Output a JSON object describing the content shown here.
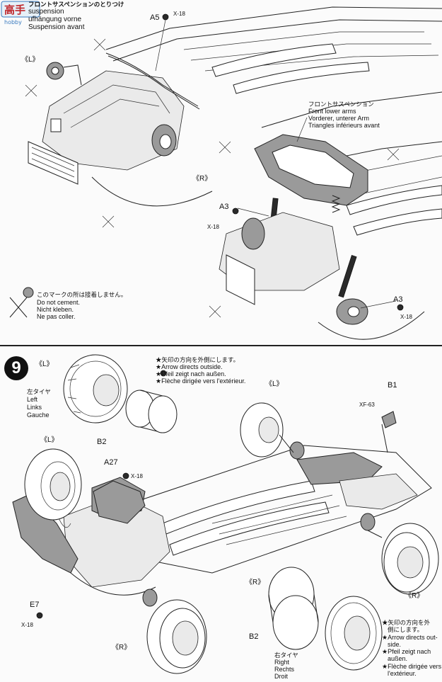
{
  "watermark": {
    "text": "hobby"
  },
  "step8": {
    "header": {
      "ja": "フロントサスペンションのとりつけ",
      "en": "suspension",
      "de": "ufhängung vorne",
      "fr": "Suspension avant"
    },
    "labels": {
      "a5": "A5",
      "x18_a5": "X-18",
      "left": "《L》",
      "right": "《R》",
      "a3_left": "A3",
      "x18_left": "X-18",
      "a3_right": "A3",
      "x18_right": "X-18"
    },
    "lower_arms": {
      "ja": "フロントサスペンション",
      "en": "Front lower arms",
      "de": "Vorderer, unterer Arm",
      "fr": "Triangles inférieurs avant"
    },
    "no_cement": {
      "ja": "このマークの所は接着しません。",
      "en": "Do not cement.",
      "de": "Nicht kleben.",
      "fr": "Ne pas coller."
    }
  },
  "step9": {
    "number": "9",
    "arrow_note_top": {
      "ja": "★矢印の方向を外側にします。",
      "en": "★Arrow directs outside.",
      "de": "★Pfeil zeigt nach außen.",
      "fr": "★Flèche dirigée vers l'extérieur."
    },
    "left_tire": {
      "ja": "左タイヤ",
      "en": "Left",
      "de": "Links",
      "fr": "Gauche"
    },
    "right_tire": {
      "ja": "右タイヤ",
      "en": "Right",
      "de": "Rechts",
      "fr": "Droit"
    },
    "labels": {
      "l_top": "《L》",
      "l_mid": "《L》",
      "l_left": "《L》",
      "b2_top": "B2",
      "a27": "A27",
      "x18_a27": "X-18",
      "b1": "B1",
      "xf63": "XF-63",
      "e7": "E7",
      "x18_e7": "X-18",
      "r_lower": "《R》",
      "r_right": "《R》",
      "r_center": "《R》",
      "b2_bottom": "B2"
    },
    "arrow_note_bottom": {
      "ja1": "★矢印の方向を外",
      "ja2": "側にします。",
      "en1": "★Arrow directs out-",
      "en2": "side.",
      "de1": "★Pfeil  zeigt  nach",
      "de2": "außen.",
      "fr1": "★Flèche dirigée vers",
      "fr2": "l'extérieur."
    }
  }
}
